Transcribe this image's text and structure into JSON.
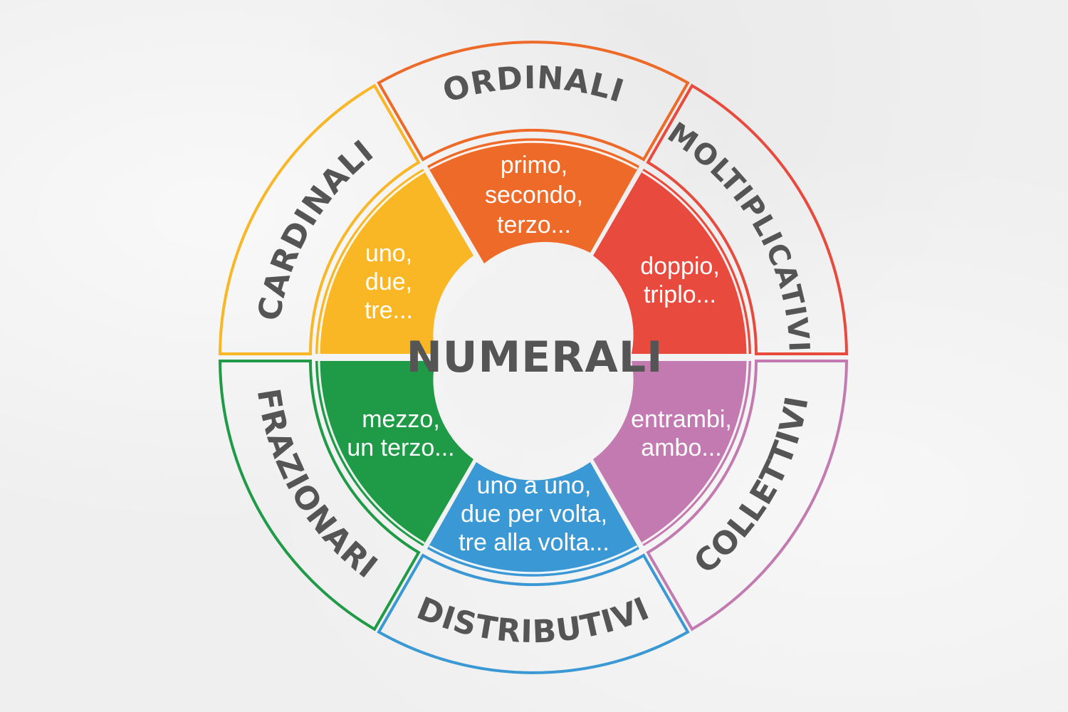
{
  "diagram": {
    "center_title": "NUMERALI",
    "background_color": "#efefef",
    "text_color": "#555555",
    "categories": [
      {
        "id": "cardinali",
        "label": "CARDINALI",
        "color": "#f9b625",
        "examples": [
          "uno,",
          "due,",
          "tre..."
        ]
      },
      {
        "id": "ordinali",
        "label": "ORDINALI",
        "color": "#ed6a29",
        "examples": [
          "primo,",
          "secondo,",
          "terzo..."
        ]
      },
      {
        "id": "moltiplicativi",
        "label": "MOLTIPLICATIVI",
        "color": "#e84a3e",
        "examples": [
          "doppio,",
          "triplo..."
        ]
      },
      {
        "id": "collettivi",
        "label": "COLLETTIVI",
        "color": "#c27ab0",
        "examples": [
          "entrambi,",
          "ambo..."
        ]
      },
      {
        "id": "distributivi",
        "label": "DISTRIBUTIVI",
        "color": "#3a98d4",
        "examples": [
          "uno a uno,",
          "due per volta,",
          "tre alla volta..."
        ]
      },
      {
        "id": "frazionari",
        "label": "FRAZIONARI",
        "color": "#1f9a46",
        "examples": [
          "mezzo,",
          "un terzo..."
        ]
      }
    ]
  }
}
